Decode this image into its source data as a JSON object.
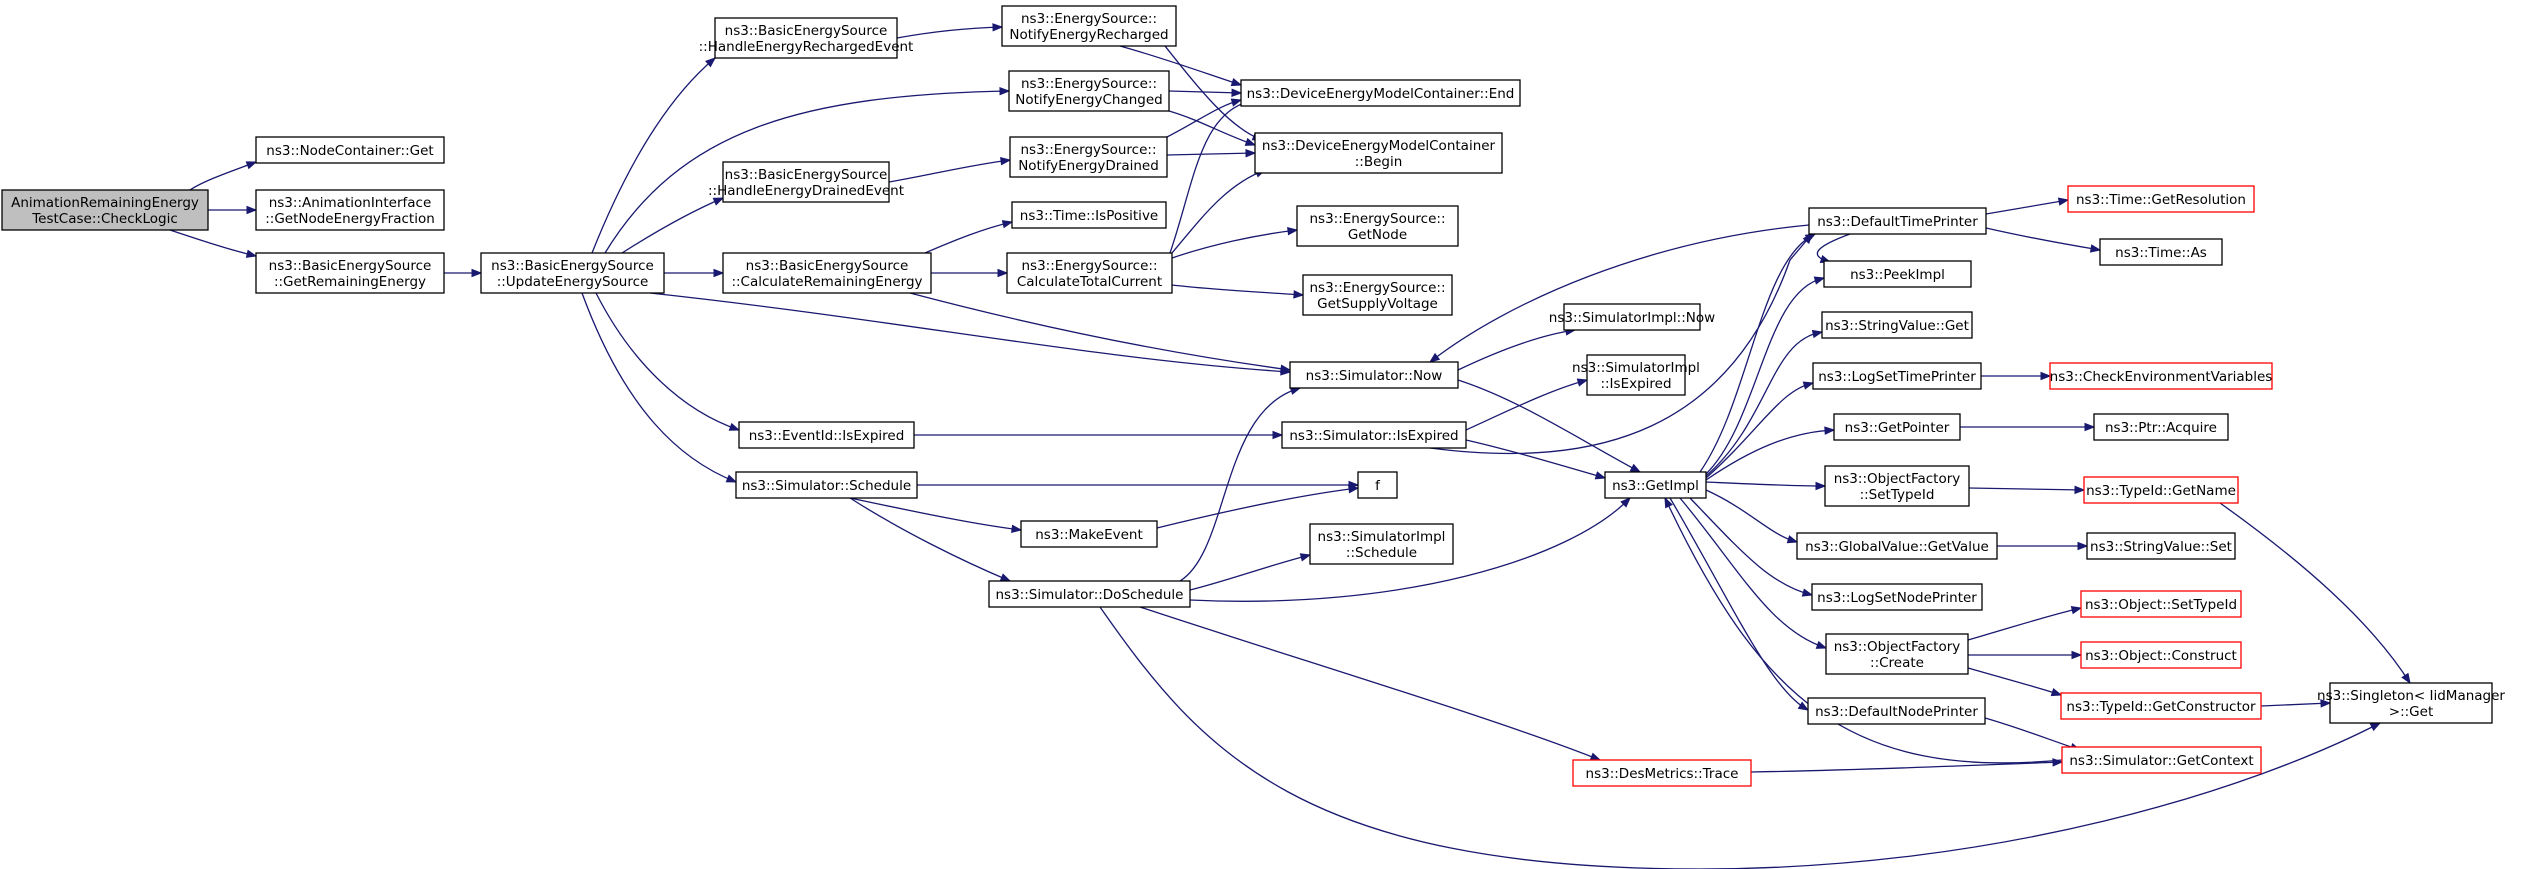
{
  "colors": {
    "edge": "#191970",
    "node_border": "#000000",
    "truncated_border": "#ff0000",
    "root_fill": "#bfbfbf"
  },
  "nodes": [
    {
      "id": "root",
      "lines": [
        "AnimationRemainingEnergy",
        "TestCase::CheckLogic"
      ],
      "root": true
    },
    {
      "id": "ncget",
      "lines": [
        "ns3::NodeContainer::Get"
      ]
    },
    {
      "id": "anim",
      "lines": [
        "ns3::AnimationInterface",
        "::GetNodeEnergyFraction"
      ]
    },
    {
      "id": "bgetrem",
      "lines": [
        "ns3::BasicEnergySource",
        "::GetRemainingEnergy"
      ]
    },
    {
      "id": "bupd",
      "lines": [
        "ns3::BasicEnergySource",
        "::UpdateEnergySource"
      ]
    },
    {
      "id": "bhrech",
      "lines": [
        "ns3::BasicEnergySource",
        "::HandleEnergyRechargedEvent"
      ]
    },
    {
      "id": "bhdrain",
      "lines": [
        "ns3::BasicEnergySource",
        "::HandleEnergyDrainedEvent"
      ]
    },
    {
      "id": "bcalc",
      "lines": [
        "ns3::BasicEnergySource",
        "::CalculateRemainingEnergy"
      ]
    },
    {
      "id": "evexp",
      "lines": [
        "ns3::EventId::IsExpired"
      ]
    },
    {
      "id": "simsched",
      "lines": [
        "ns3::Simulator::Schedule"
      ]
    },
    {
      "id": "esnrech",
      "lines": [
        "ns3::EnergySource::",
        "NotifyEnergyRecharged"
      ]
    },
    {
      "id": "esnchg",
      "lines": [
        "ns3::EnergySource::",
        "NotifyEnergyChanged"
      ]
    },
    {
      "id": "esndrain",
      "lines": [
        "ns3::EnergySource::",
        "NotifyEnergyDrained"
      ]
    },
    {
      "id": "timepos",
      "lines": [
        "ns3::Time::IsPositive"
      ]
    },
    {
      "id": "escalc",
      "lines": [
        "ns3::EnergySource::",
        "CalculateTotalCurrent"
      ]
    },
    {
      "id": "makeev",
      "lines": [
        "ns3::MakeEvent"
      ]
    },
    {
      "id": "dosched",
      "lines": [
        "ns3::Simulator::DoSchedule"
      ]
    },
    {
      "id": "demend",
      "lines": [
        "ns3::DeviceEnergyModelContainer::End"
      ]
    },
    {
      "id": "dembeg",
      "lines": [
        "ns3::DeviceEnergyModelContainer",
        "::Begin"
      ]
    },
    {
      "id": "esgnode",
      "lines": [
        "ns3::EnergySource::",
        "GetNode"
      ]
    },
    {
      "id": "esgvolt",
      "lines": [
        "ns3::EnergySource::",
        "GetSupplyVoltage"
      ]
    },
    {
      "id": "simnow",
      "lines": [
        "ns3::Simulator::Now"
      ]
    },
    {
      "id": "simexp",
      "lines": [
        "ns3::Simulator::IsExpired"
      ]
    },
    {
      "id": "f",
      "lines": [
        "f"
      ]
    },
    {
      "id": "desmet",
      "lines": [
        "ns3::DesMetrics::Trace"
      ],
      "red": true
    },
    {
      "id": "implnow",
      "lines": [
        "ns3::SimulatorImpl::Now"
      ]
    },
    {
      "id": "implexp",
      "lines": [
        "ns3::SimulatorImpl",
        "::IsExpired"
      ]
    },
    {
      "id": "implsched",
      "lines": [
        "ns3::SimulatorImpl",
        "::Schedule"
      ]
    },
    {
      "id": "getimpl",
      "lines": [
        "ns3::GetImpl"
      ]
    },
    {
      "id": "deftp",
      "lines": [
        "ns3::DefaultTimePrinter"
      ]
    },
    {
      "id": "peek",
      "lines": [
        "ns3::PeekImpl"
      ]
    },
    {
      "id": "strget",
      "lines": [
        "ns3::StringValue::Get"
      ]
    },
    {
      "id": "logtp",
      "lines": [
        "ns3::LogSetTimePrinter"
      ]
    },
    {
      "id": "getptr",
      "lines": [
        "ns3::GetPointer"
      ]
    },
    {
      "id": "ofsettid",
      "lines": [
        "ns3::ObjectFactory",
        "::SetTypeId"
      ]
    },
    {
      "id": "gvget",
      "lines": [
        "ns3::GlobalValue::GetValue"
      ]
    },
    {
      "id": "lognp",
      "lines": [
        "ns3::LogSetNodePrinter"
      ]
    },
    {
      "id": "ofcreate",
      "lines": [
        "ns3::ObjectFactory",
        "::Create"
      ]
    },
    {
      "id": "defnp",
      "lines": [
        "ns3::DefaultNodePrinter"
      ]
    },
    {
      "id": "getres",
      "lines": [
        "ns3::Time::GetResolution"
      ],
      "red": true
    },
    {
      "id": "timeas",
      "lines": [
        "ns3::Time::As"
      ]
    },
    {
      "id": "checkenv",
      "lines": [
        "ns3::CheckEnvironmentVariables"
      ],
      "red": true
    },
    {
      "id": "ptracq",
      "lines": [
        "ns3::Ptr::Acquire"
      ]
    },
    {
      "id": "tidname",
      "lines": [
        "ns3::TypeId::GetName"
      ],
      "red": true
    },
    {
      "id": "strset",
      "lines": [
        "ns3::StringValue::Set"
      ]
    },
    {
      "id": "objsettid",
      "lines": [
        "ns3::Object::SetTypeId"
      ],
      "red": true
    },
    {
      "id": "objcons",
      "lines": [
        "ns3::Object::Construct"
      ],
      "red": true
    },
    {
      "id": "tidcons",
      "lines": [
        "ns3::TypeId::GetConstructor"
      ],
      "red": true
    },
    {
      "id": "getctx",
      "lines": [
        "ns3::Simulator::GetContext"
      ],
      "red": true
    },
    {
      "id": "single",
      "lines": [
        "ns3::Singleton< IidManager",
        ">::Get"
      ]
    }
  ]
}
